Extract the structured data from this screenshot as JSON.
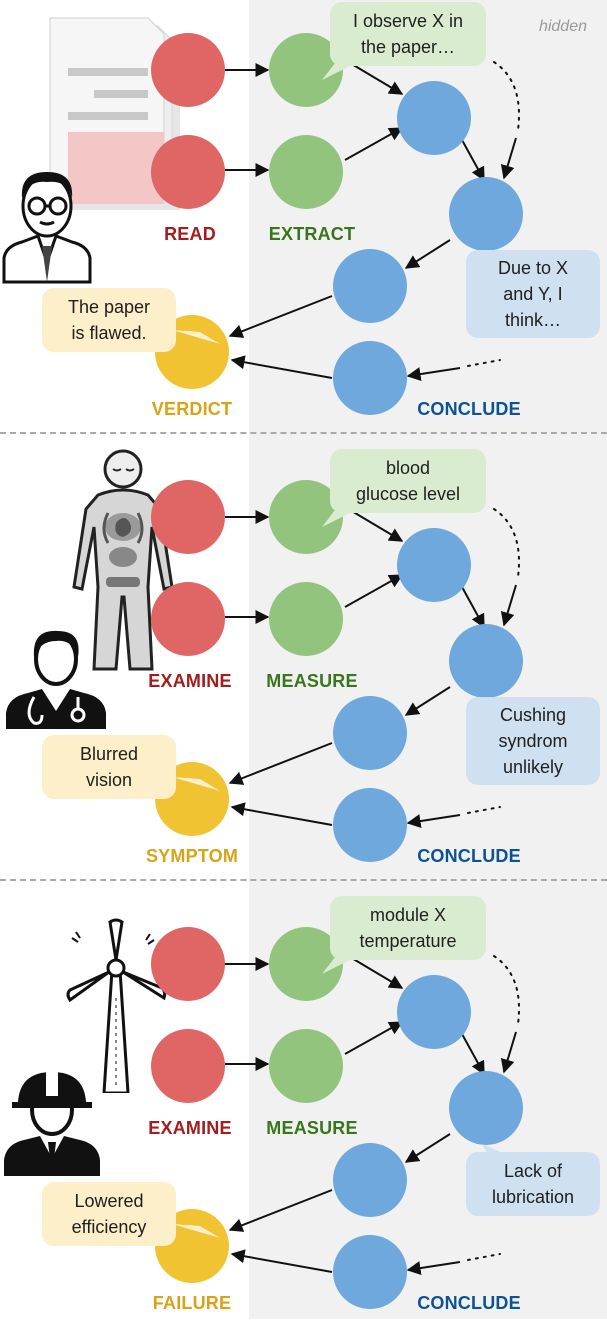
{
  "hidden_label": "hidden",
  "colors": {
    "read": "#e06666",
    "extract": "#93c47d",
    "conclude": "#6fa8dc",
    "verdict": "#f1c232",
    "read_text": "#a61c1c",
    "extract_text": "#38761d",
    "conclude_text": "#0b5394",
    "verdict_text": "#d9a316"
  },
  "panels": [
    {
      "actor_icon": "scientist-with-paper-icon",
      "step1_label": "READ",
      "step2_label": "EXTRACT",
      "hidden_label": "CONCLUDE",
      "final_label": "VERDICT",
      "observation_bubble": [
        "I observe X in",
        "the paper…"
      ],
      "reasoning_bubble": [
        "Due to X",
        "and Y, I",
        "think…"
      ],
      "output_bubble": [
        "The paper",
        "is flawed."
      ]
    },
    {
      "actor_icon": "doctor-with-body-icon",
      "step1_label": "EXAMINE",
      "step2_label": "MEASURE",
      "hidden_label": "CONCLUDE",
      "final_label": "SYMPTOM",
      "observation_bubble": [
        "blood",
        "glucose level"
      ],
      "reasoning_bubble": [
        "Cushing",
        "syndrom",
        "unlikely"
      ],
      "output_bubble": [
        "Blurred",
        "vision"
      ]
    },
    {
      "actor_icon": "engineer-with-wind-turbine-icon",
      "step1_label": "EXAMINE",
      "step2_label": "MEASURE",
      "hidden_label": "CONCLUDE",
      "final_label": "FAILURE",
      "observation_bubble": [
        "module X",
        "temperature"
      ],
      "reasoning_bubble": [
        "Lack of",
        "lubrication"
      ],
      "output_bubble": [
        "Lowered",
        "efficiency"
      ]
    }
  ]
}
